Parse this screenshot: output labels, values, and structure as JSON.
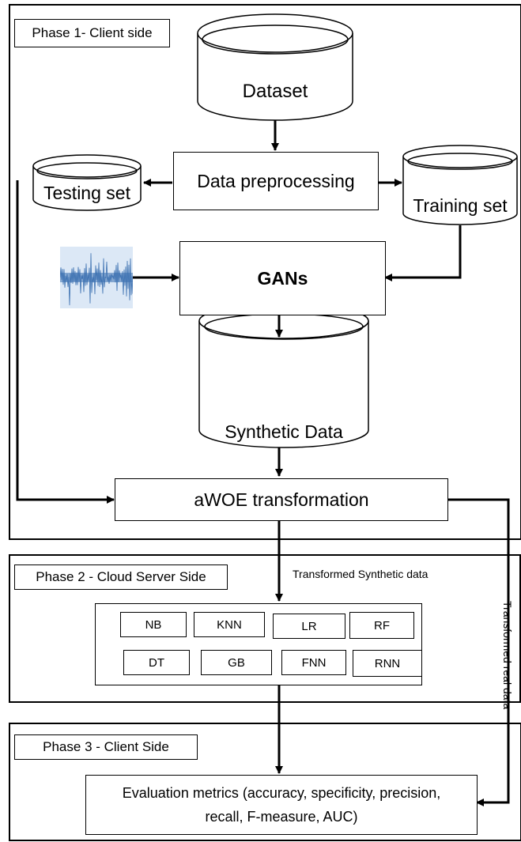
{
  "phases": {
    "phase1": "Phase 1- Client side",
    "phase2": "Phase 2 - Cloud Server Side",
    "phase3": "Phase 3 - Client Side"
  },
  "nodes": {
    "dataset": "Dataset",
    "preprocessing": "Data preprocessing",
    "testing": "Testing set",
    "training": "Training set",
    "gans": "GANs",
    "synthetic": "Synthetic Data",
    "awoe": "aWOE transformation",
    "evaluation_line1": "Evaluation metrics (accuracy, specificity, precision,",
    "evaluation_line2": "recall, F-measure, AUC)"
  },
  "edge_labels": {
    "transformed_synthetic": "Transformed Synthetic data",
    "transformed_real": "Transformed real data"
  },
  "algorithms": {
    "row1": [
      "NB",
      "KNN",
      "LR",
      "RF"
    ],
    "row2": [
      "DT",
      "GB",
      "FNN",
      "RNN"
    ]
  },
  "colors": {
    "line": "#000000",
    "noise": "#3a6fb0",
    "noise_bg": "#dce8f6"
  },
  "icons": {
    "noise": "noise-signal-icon"
  }
}
